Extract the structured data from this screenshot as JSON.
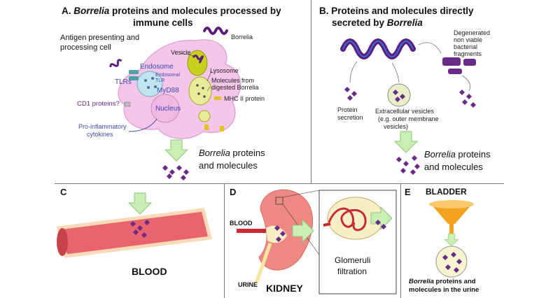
{
  "panel_a": {
    "title_prefix": "A. ",
    "title_italic": "Borrelia",
    "title_rest": " proteins and molecules processed by",
    "title_line2": "immune cells",
    "cell_label_line1": "Antigen presenting and",
    "cell_label_line2": "processing cell",
    "endosome": "Endosome",
    "endosomal_tlr_line1": "Endosomal",
    "endosomal_tlr_line2": "TLR",
    "tlrs": "TLRs",
    "myd88": "MyD88",
    "cd1": "CD1 proteins?",
    "nucleus": "Nucleus",
    "cytokines_line1": "Pro-inflammatory",
    "cytokines_line2": "cytokines",
    "vesicle": "Vesicle",
    "borrelia": "Borrelia",
    "lysosome": "Lysosome",
    "digested_line1": "Molecules from",
    "digested_line2": "digested Borrelia",
    "mhc": "MHC II protein",
    "output_italic": "Borrelia",
    "output_rest": " proteins",
    "output_line2": "and molecules"
  },
  "panel_b": {
    "title_line1": "B. Proteins and molecules directly",
    "title_line2_prefix": "secreted by ",
    "title_line2_italic": "Borrelia",
    "degenerated_line1": "Degenerated",
    "degenerated_line2": "non viable",
    "degenerated_line3": "bacterial",
    "degenerated_line4": "fragments",
    "protein_line1": "Protein",
    "protein_line2": "secretion",
    "ev_line1": "Extracellular vesicles",
    "ev_line2": "(e.g. outer membrane",
    "ev_line3": "vesicles)",
    "output_italic": "Borrelia",
    "output_rest": " proteins",
    "output_line2": "and molecules"
  },
  "panel_c": {
    "letter": "C",
    "label": "BLOOD"
  },
  "panel_d": {
    "letter": "D",
    "blood": "BLOOD",
    "urine": "URINE",
    "kidney": "KIDNEY",
    "filtration_line1": "Glomeruli",
    "filtration_line2": "filtration"
  },
  "panel_e": {
    "letter": "E",
    "bladder": "BLADDER",
    "output_line1_italic": "Borrelia",
    "output_line1_rest": " proteins and",
    "output_line2": "molecules in the urine"
  },
  "colors": {
    "cell": "#f4c6ea",
    "arrow_fill": "#c9efb4",
    "arrow_stroke": "#8fc47a",
    "molecule": "#6a2a8a",
    "spirochete": "#5a1e7d",
    "vessel": "#e8636b",
    "kidney": "#ef8a82",
    "urine": "#f2a21f",
    "lysosome": "#c8d21e"
  }
}
